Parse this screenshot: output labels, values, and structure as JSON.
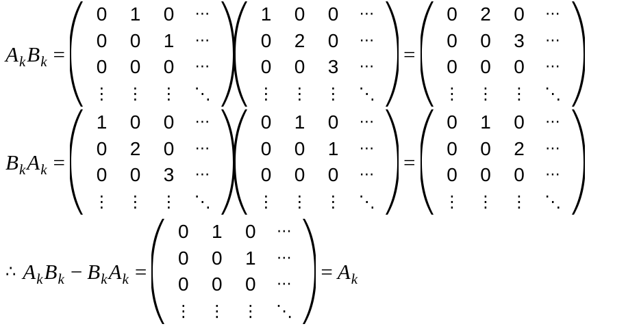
{
  "equations": [
    {
      "lhs": [
        {
          "base": "A",
          "sub": "k"
        },
        {
          "base": "B",
          "sub": "k"
        }
      ],
      "equals": "=",
      "matrices": [
        [
          [
            "0",
            "1",
            "0",
            "⋯"
          ],
          [
            "0",
            "0",
            "1",
            "⋯"
          ],
          [
            "0",
            "0",
            "0",
            "⋯"
          ],
          [
            "⋮",
            "⋮",
            "⋮",
            "⋱"
          ]
        ],
        [
          [
            "1",
            "0",
            "0",
            "⋯"
          ],
          [
            "0",
            "2",
            "0",
            "⋯"
          ],
          [
            "0",
            "0",
            "3",
            "⋯"
          ],
          [
            "⋮",
            "⋮",
            "⋮",
            "⋱"
          ]
        ]
      ],
      "result_equals": "=",
      "result": [
        [
          "0",
          "2",
          "0",
          "⋯"
        ],
        [
          "0",
          "0",
          "3",
          "⋯"
        ],
        [
          "0",
          "0",
          "0",
          "⋯"
        ],
        [
          "⋮",
          "⋮",
          "⋮",
          "⋱"
        ]
      ]
    },
    {
      "lhs": [
        {
          "base": "B",
          "sub": "k"
        },
        {
          "base": "A",
          "sub": "k"
        }
      ],
      "equals": "=",
      "matrices": [
        [
          [
            "1",
            "0",
            "0",
            "⋯"
          ],
          [
            "0",
            "2",
            "0",
            "⋯"
          ],
          [
            "0",
            "0",
            "3",
            "⋯"
          ],
          [
            "⋮",
            "⋮",
            "⋮",
            "⋱"
          ]
        ],
        [
          [
            "0",
            "1",
            "0",
            "⋯"
          ],
          [
            "0",
            "0",
            "1",
            "⋯"
          ],
          [
            "0",
            "0",
            "0",
            "⋯"
          ],
          [
            "⋮",
            "⋮",
            "⋮",
            "⋱"
          ]
        ]
      ],
      "result_equals": "=",
      "result": [
        [
          "0",
          "1",
          "0",
          "⋯"
        ],
        [
          "0",
          "0",
          "2",
          "⋯"
        ],
        [
          "0",
          "0",
          "0",
          "⋯"
        ],
        [
          "⋮",
          "⋮",
          "⋮",
          "⋱"
        ]
      ]
    },
    {
      "therefore": "∴",
      "lhs": [
        {
          "base": "A",
          "sub": "k"
        },
        {
          "base": "B",
          "sub": "k"
        },
        {
          "op": "−"
        },
        {
          "base": "B",
          "sub": "k"
        },
        {
          "base": "A",
          "sub": "k"
        }
      ],
      "equals": "=",
      "matrix": [
        [
          "0",
          "1",
          "0",
          "⋯"
        ],
        [
          "0",
          "0",
          "1",
          "⋯"
        ],
        [
          "0",
          "0",
          "0",
          "⋯"
        ],
        [
          "⋮",
          "⋮",
          "⋮",
          "⋱"
        ]
      ],
      "rhs_equals": "=",
      "rhs": {
        "base": "A",
        "sub": "k"
      }
    }
  ]
}
